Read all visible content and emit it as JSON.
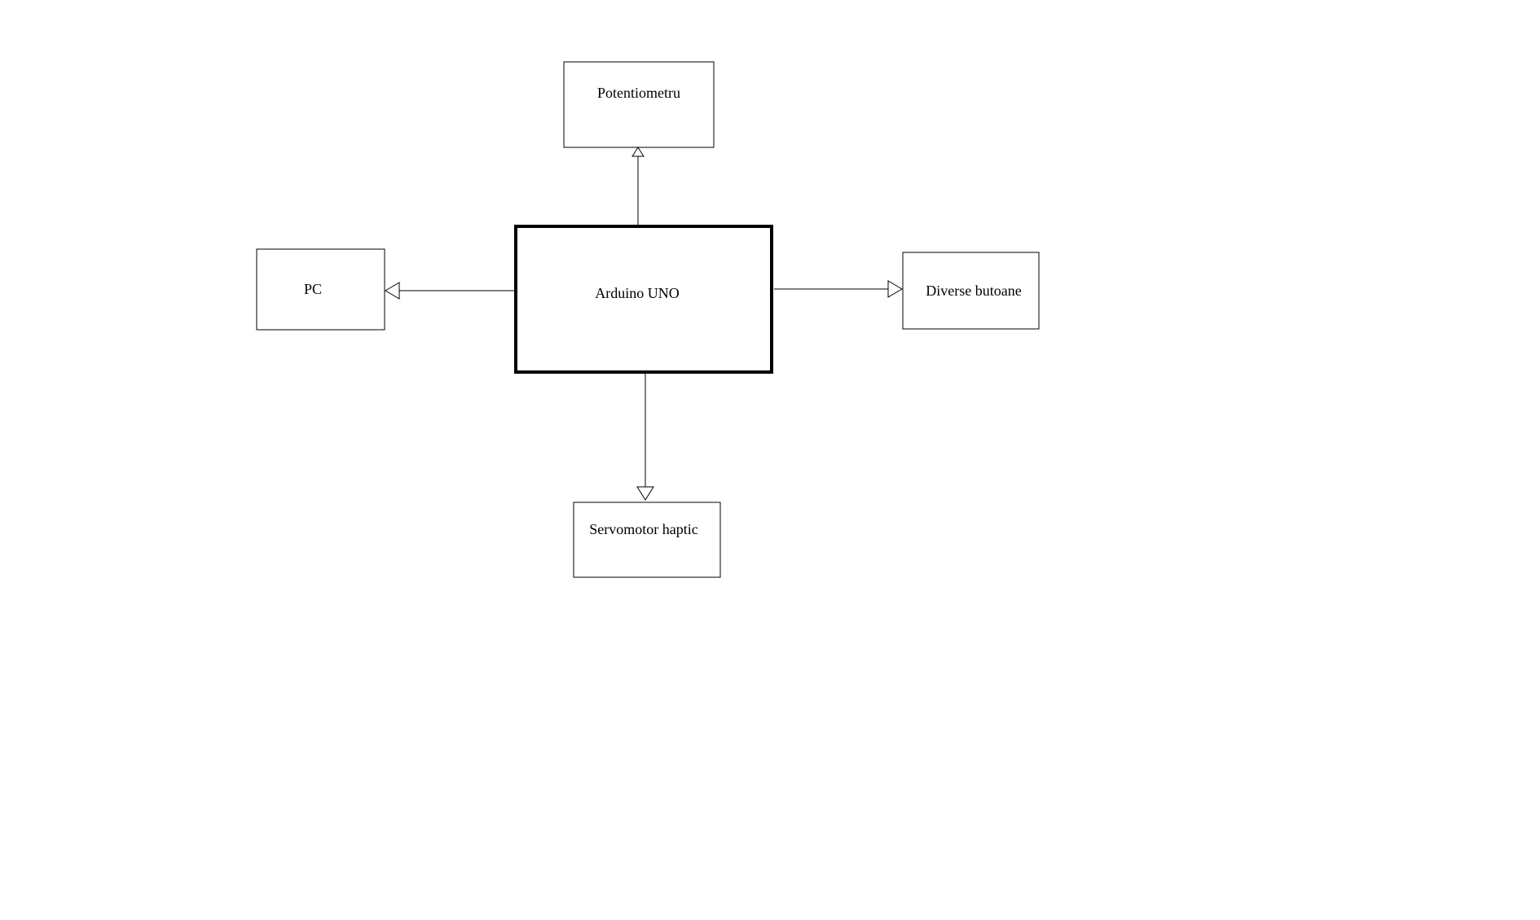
{
  "diagram": {
    "colors": {
      "background": "#ffffff",
      "stroke": "#000000",
      "arrowhead_fill": "#ffffff"
    },
    "nodes": {
      "arduino": {
        "label": "Arduino UNO"
      },
      "potentiometru": {
        "label": "Potentiometru"
      },
      "pc": {
        "label": "PC"
      },
      "butoane": {
        "label": "Diverse butoane"
      },
      "servomotor": {
        "label": "Servomotor haptic"
      }
    },
    "edges": [
      {
        "from": "arduino",
        "to": "potentiometru",
        "arrowhead": "hollow-triangle"
      },
      {
        "from": "arduino",
        "to": "pc",
        "arrowhead": "hollow-triangle"
      },
      {
        "from": "arduino",
        "to": "butoane",
        "arrowhead": "hollow-triangle"
      },
      {
        "from": "arduino",
        "to": "servomotor",
        "arrowhead": "hollow-triangle"
      }
    ]
  }
}
